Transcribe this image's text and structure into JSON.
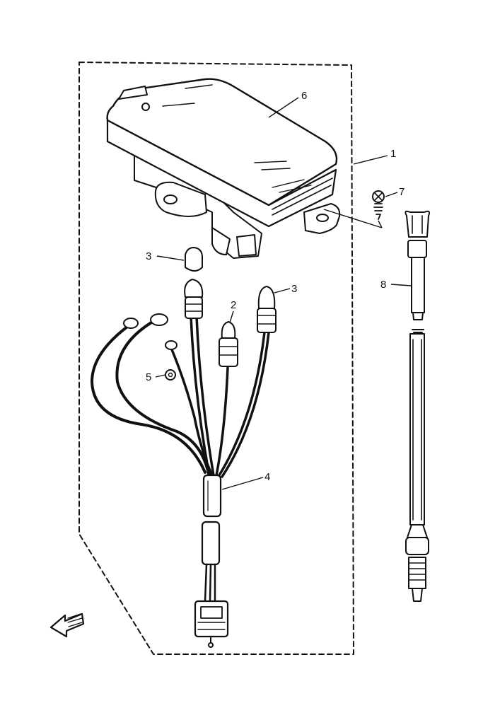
{
  "diagram": {
    "callouts": {
      "c1": "1",
      "c2": "2",
      "c3a": "3",
      "c3b": "3",
      "c4": "4",
      "c5": "5",
      "c6": "6",
      "c7": "7",
      "c8": "8"
    },
    "colors": {
      "ink": "#111111",
      "paper": "#ffffff"
    },
    "icons": [
      "front-arrow-icon"
    ]
  }
}
